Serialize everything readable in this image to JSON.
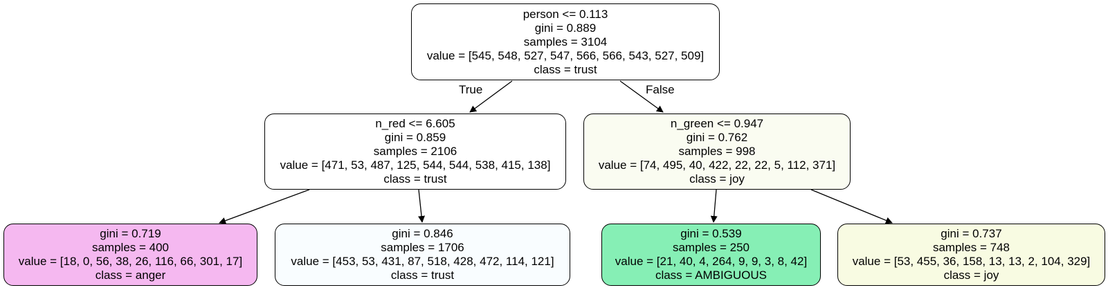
{
  "tree": {
    "root": {
      "split": "person <= 0.113",
      "gini": "gini = 0.889",
      "samples": "samples = 3104",
      "value": "value = [545, 548, 527, 547, 566, 566, 543, 527, 509]",
      "class": "class = trust",
      "fill": "#ffffff"
    },
    "left": {
      "split": "n_red <= 6.605",
      "gini": "gini = 0.859",
      "samples": "samples = 2106",
      "value": "value = [471, 53, 487, 125, 544, 544, 538, 415, 138]",
      "class": "class = trust",
      "fill": "#ffffff"
    },
    "right": {
      "split": "n_green <= 0.947",
      "gini": "gini = 0.762",
      "samples": "samples = 998",
      "value": "value = [74, 495, 40, 422, 22, 22, 5, 112, 371]",
      "class": "class = joy",
      "fill": "#fafcf1"
    },
    "leaf_1": {
      "gini": "gini = 0.719",
      "samples": "samples = 400",
      "value": "value = [18, 0, 56, 38, 26, 116, 66, 301, 17]",
      "class": "class = anger",
      "fill": "#f5b8f0"
    },
    "leaf_2": {
      "gini": "gini = 0.846",
      "samples": "samples = 1706",
      "value": "value = [453, 53, 431, 87, 518, 428, 472, 114, 121]",
      "class": "class = trust",
      "fill": "#f9fdff"
    },
    "leaf_3": {
      "gini": "gini = 0.539",
      "samples": "samples = 250",
      "value": "value = [21, 40, 4, 264, 9, 9, 3, 8, 42]",
      "class": "class = AMBIGUOUS",
      "fill": "#86efb5"
    },
    "leaf_4": {
      "gini": "gini = 0.737",
      "samples": "samples = 748",
      "value": "value = [53, 455, 36, 158, 13, 13, 2, 104, 329]",
      "class": "class = joy",
      "fill": "#f8fbe2"
    },
    "edge_labels": {
      "true": "True",
      "false": "False"
    }
  }
}
